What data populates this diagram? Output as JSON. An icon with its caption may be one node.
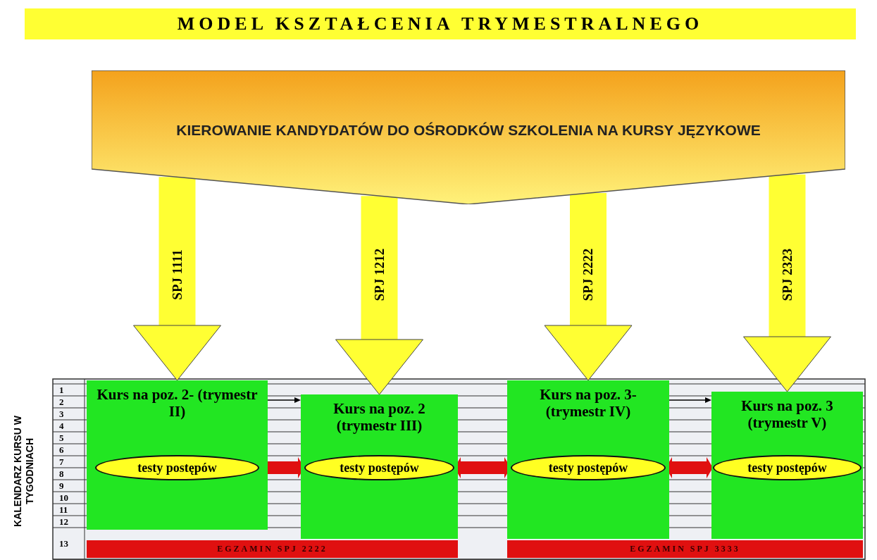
{
  "diagram": {
    "title": "MODEL KSZTAŁCENIA TRYMESTRALNEGO",
    "nodes": [
      {
        "text": [
          "KIEROWANIE KANDYDATÓW DO OŚRODKÓW SZKOLENIA NA KURSY JĘZYKOWE"
        ]
      },
      {
        "text": [
          "Kurs na poz. 2- (trymestr II)"
        ]
      },
      {
        "text": [
          "testy postępów"
        ],
        "in": 1
      },
      {
        "text": [
          "Kurs na poz. 2 (trymestr III)"
        ]
      },
      {
        "text": [
          "testy postępów"
        ],
        "in": 3
      },
      {
        "text": [
          "Kurs na poz. 3- (trymestr IV)"
        ]
      },
      {
        "text": [
          "testy postępów"
        ],
        "in": 5
      },
      {
        "text": [
          "Kurs na poz. 3 (trymestr V)"
        ]
      },
      {
        "text": [
          "testy postępów"
        ],
        "in": 7
      },
      {
        "text": [
          "EGZAMIN SPJ 2222"
        ]
      },
      {
        "text": [
          "EGZAMIN SPJ 3333"
        ]
      }
    ],
    "edges": [
      {
        "from": 0,
        "to": 1,
        "arrow": "to",
        "label": "SPJ 1111",
        "style": "thick",
        "color": "#ffff33"
      },
      {
        "from": 0,
        "to": 3,
        "arrow": "to",
        "label": "SPJ 1212",
        "style": "thick",
        "color": "#ffff33"
      },
      {
        "from": 0,
        "to": 5,
        "arrow": "to",
        "label": "SPJ 2222",
        "style": "thick",
        "color": "#ffff33"
      },
      {
        "from": 0,
        "to": 7,
        "arrow": "to",
        "label": "SPJ 2323",
        "style": "thick",
        "color": "#ffff33"
      },
      {
        "from": 1,
        "to": 3,
        "arrow": "to",
        "color": "#000000"
      },
      {
        "from": 5,
        "to": 7,
        "arrow": "to",
        "color": "#000000"
      },
      {
        "from": 2,
        "to": 4,
        "arrow": "both",
        "color": "#e01010"
      },
      {
        "from": 4,
        "to": 6,
        "arrow": "both",
        "color": "#e01010"
      },
      {
        "from": 6,
        "to": 8,
        "arrow": "both",
        "color": "#e01010"
      }
    ],
    "labels": [
      "KALENDARZ KURSU W TYGODNIACH",
      "1",
      "2",
      "3",
      "4",
      "5",
      "6",
      "7",
      "8",
      "9",
      "10",
      "11",
      "12",
      "13"
    ]
  }
}
